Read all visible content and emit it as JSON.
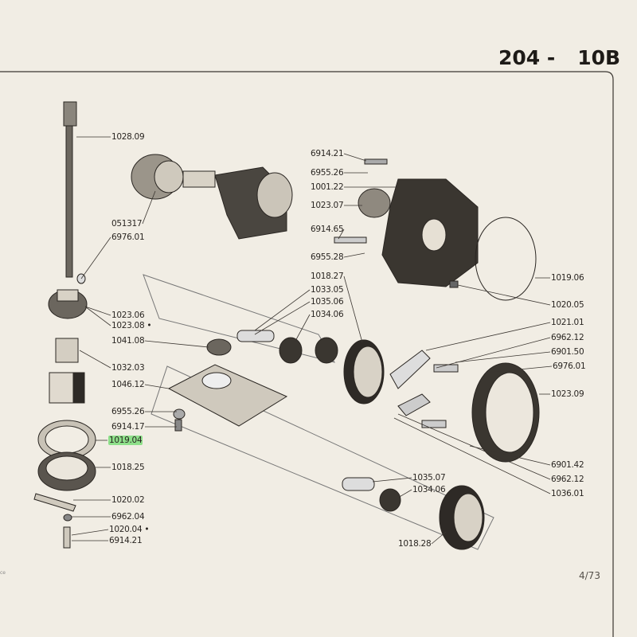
{
  "header": {
    "model": "204 -",
    "section": "10B"
  },
  "footer": {
    "page": "4/73",
    "corner_mark": "ce"
  },
  "highlight_color": "#8ee08a",
  "labels": [
    {
      "text": "1028.09"
    },
    {
      "text": "051317"
    },
    {
      "text": "6976.01"
    },
    {
      "text": "1023.06"
    },
    {
      "text": "1023.08 •"
    },
    {
      "text": "1041.08"
    },
    {
      "text": "1032.03"
    },
    {
      "text": "1046.12"
    },
    {
      "text": "6955.26"
    },
    {
      "text": "6914.17"
    },
    {
      "text": "1019.04",
      "highlighted": true
    },
    {
      "text": "1018.25"
    },
    {
      "text": "1020.02"
    },
    {
      "text": "6962.04"
    },
    {
      "text": "1020.04 •"
    },
    {
      "text": "6914.21"
    },
    {
      "text": "6914.21"
    },
    {
      "text": "6955.26"
    },
    {
      "text": "1001.22"
    },
    {
      "text": "1023.07"
    },
    {
      "text": "6914.65"
    },
    {
      "text": "6955.28"
    },
    {
      "text": "1018.27"
    },
    {
      "text": "1033.05"
    },
    {
      "text": "1035.06"
    },
    {
      "text": "1034.06"
    },
    {
      "text": "1019.06"
    },
    {
      "text": "1020.05"
    },
    {
      "text": "1021.01"
    },
    {
      "text": "6962.12"
    },
    {
      "text": "6901.50"
    },
    {
      "text": "6976.01"
    },
    {
      "text": "1023.09"
    },
    {
      "text": "6901.42"
    },
    {
      "text": "6962.12"
    },
    {
      "text": "1036.01"
    },
    {
      "text": "1035.07"
    },
    {
      "text": "1034.06"
    },
    {
      "text": "1018.28"
    }
  ]
}
